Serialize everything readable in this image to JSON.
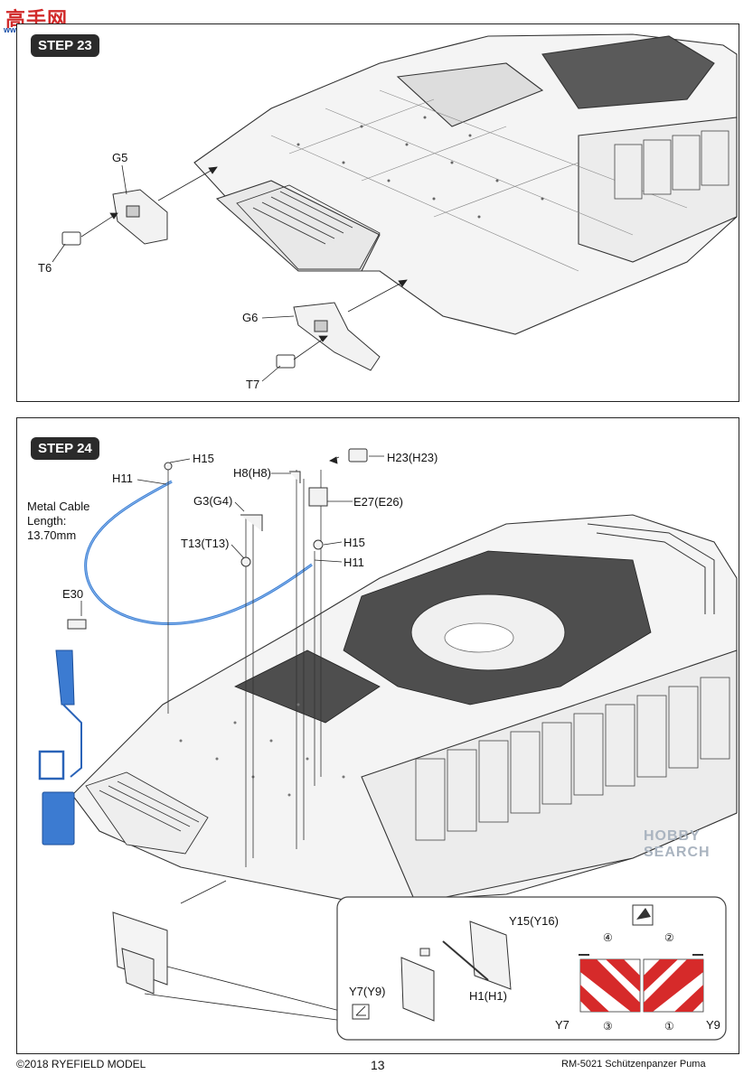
{
  "watermark": {
    "logo": "高手网",
    "url": "www.gaoshou.com"
  },
  "step23": {
    "badge": "STEP 23",
    "parts": {
      "g5": "G5",
      "t6": "T6",
      "g6": "G6",
      "t7": "T7"
    }
  },
  "step24": {
    "badge": "STEP 24",
    "cable": {
      "line1": "Metal Cable",
      "line2": "Length:",
      "line3": "13.70mm"
    },
    "parts": {
      "h15_top": "H15",
      "h11_left": "H11",
      "h8": "H8(H8)",
      "h23": "H23(H23)",
      "g3": "G3(G4)",
      "e27": "E27(E26)",
      "t13": "T13(T13)",
      "h15_mid": "H15",
      "h11_mid": "H11",
      "e30": "E30",
      "y15": "Y15(Y16)",
      "y7y9": "Y7(Y9)",
      "h1": "H1(H1)",
      "y7": "Y7",
      "y9": "Y9",
      "n4": "④",
      "n2": "②",
      "n3": "③",
      "n1": "①"
    }
  },
  "footer": {
    "copyright": "©2018 RYEFIELD MODEL",
    "page": "13",
    "product": "RM-5021 Schützenpanzer Puma",
    "site_watermark": "HOBBY SEARCH"
  }
}
